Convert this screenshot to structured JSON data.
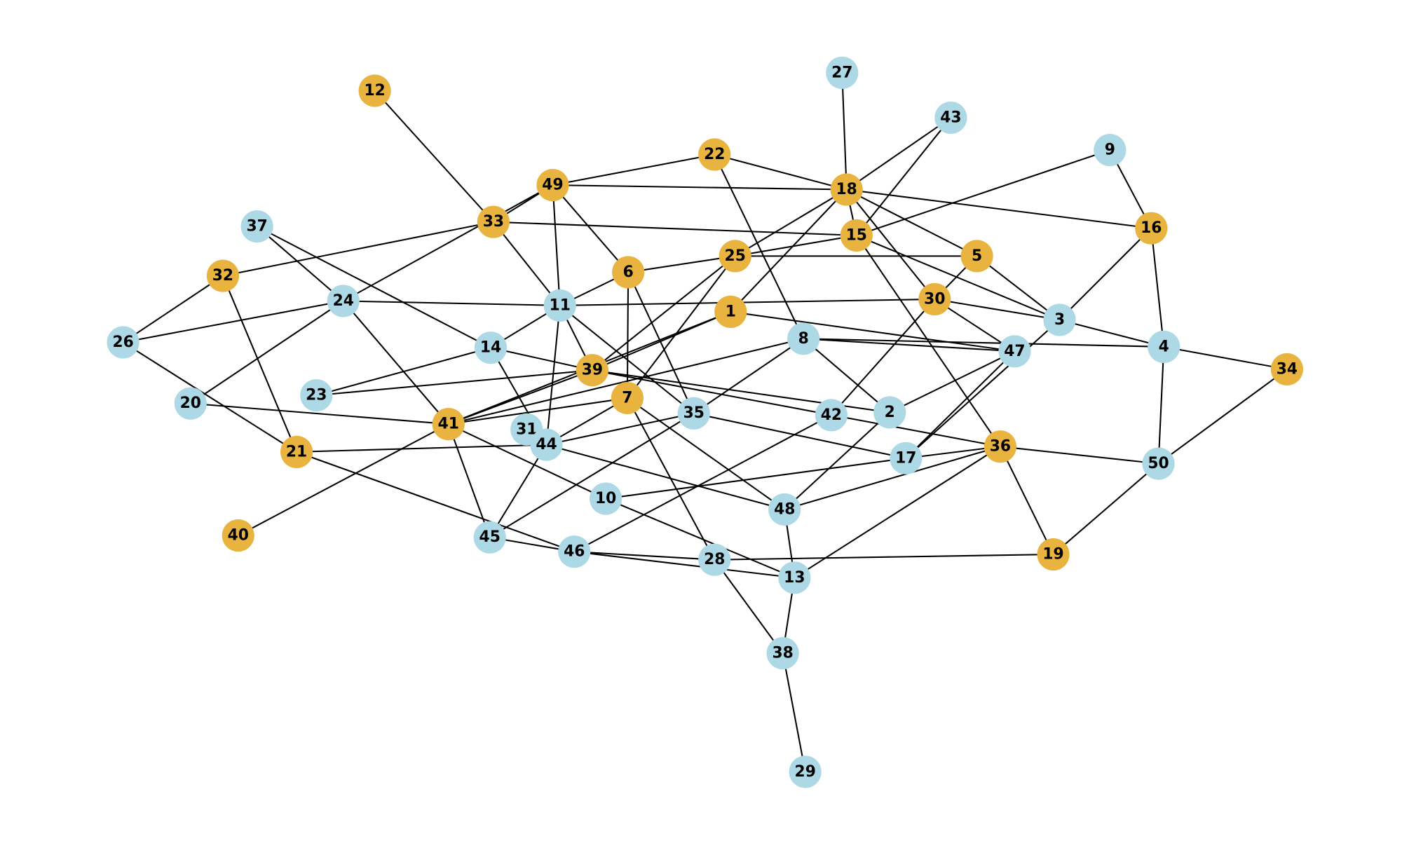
{
  "colors": {
    "orange": "#e8b33f",
    "blue": "#add8e6",
    "edge": "#000000"
  },
  "nodes": [
    {
      "id": "12",
      "group": "orange"
    },
    {
      "id": "27",
      "group": "blue"
    },
    {
      "id": "43",
      "group": "blue"
    },
    {
      "id": "9",
      "group": "blue"
    },
    {
      "id": "22",
      "group": "orange"
    },
    {
      "id": "49",
      "group": "orange"
    },
    {
      "id": "18",
      "group": "orange"
    },
    {
      "id": "16",
      "group": "orange"
    },
    {
      "id": "37",
      "group": "blue"
    },
    {
      "id": "33",
      "group": "orange"
    },
    {
      "id": "15",
      "group": "orange"
    },
    {
      "id": "5",
      "group": "orange"
    },
    {
      "id": "25",
      "group": "orange"
    },
    {
      "id": "6",
      "group": "orange"
    },
    {
      "id": "32",
      "group": "orange"
    },
    {
      "id": "24",
      "group": "blue"
    },
    {
      "id": "11",
      "group": "blue"
    },
    {
      "id": "30",
      "group": "orange"
    },
    {
      "id": "1",
      "group": "orange"
    },
    {
      "id": "3",
      "group": "blue"
    },
    {
      "id": "26",
      "group": "blue"
    },
    {
      "id": "14",
      "group": "blue"
    },
    {
      "id": "8",
      "group": "blue"
    },
    {
      "id": "4",
      "group": "blue"
    },
    {
      "id": "47",
      "group": "blue"
    },
    {
      "id": "34",
      "group": "orange"
    },
    {
      "id": "39",
      "group": "orange"
    },
    {
      "id": "23",
      "group": "blue"
    },
    {
      "id": "7",
      "group": "orange"
    },
    {
      "id": "20",
      "group": "blue"
    },
    {
      "id": "35",
      "group": "blue"
    },
    {
      "id": "42",
      "group": "blue"
    },
    {
      "id": "2",
      "group": "blue"
    },
    {
      "id": "41",
      "group": "orange"
    },
    {
      "id": "31",
      "group": "blue"
    },
    {
      "id": "44",
      "group": "blue"
    },
    {
      "id": "21",
      "group": "orange"
    },
    {
      "id": "36",
      "group": "orange"
    },
    {
      "id": "17",
      "group": "blue"
    },
    {
      "id": "50",
      "group": "blue"
    },
    {
      "id": "10",
      "group": "blue"
    },
    {
      "id": "48",
      "group": "blue"
    },
    {
      "id": "40",
      "group": "orange"
    },
    {
      "id": "45",
      "group": "blue"
    },
    {
      "id": "46",
      "group": "blue"
    },
    {
      "id": "28",
      "group": "blue"
    },
    {
      "id": "19",
      "group": "orange"
    },
    {
      "id": "13",
      "group": "blue"
    },
    {
      "id": "38",
      "group": "blue"
    },
    {
      "id": "29",
      "group": "blue"
    }
  ],
  "edges": [
    [
      "12",
      "33"
    ],
    [
      "49",
      "22"
    ],
    [
      "49",
      "18"
    ],
    [
      "49",
      "33"
    ],
    [
      "24",
      "49"
    ],
    [
      "49",
      "6"
    ],
    [
      "49",
      "11"
    ],
    [
      "22",
      "18"
    ],
    [
      "22",
      "8"
    ],
    [
      "18",
      "27"
    ],
    [
      "18",
      "43"
    ],
    [
      "18",
      "16"
    ],
    [
      "18",
      "15"
    ],
    [
      "18",
      "5"
    ],
    [
      "18",
      "30"
    ],
    [
      "18",
      "25"
    ],
    [
      "18",
      "1"
    ],
    [
      "33",
      "15"
    ],
    [
      "33",
      "32"
    ],
    [
      "33",
      "11"
    ],
    [
      "43",
      "15"
    ],
    [
      "9",
      "15"
    ],
    [
      "9",
      "16"
    ],
    [
      "16",
      "3"
    ],
    [
      "16",
      "4"
    ],
    [
      "15",
      "25"
    ],
    [
      "15",
      "3"
    ],
    [
      "15",
      "36"
    ],
    [
      "25",
      "5"
    ],
    [
      "25",
      "6"
    ],
    [
      "25",
      "39"
    ],
    [
      "25",
      "7"
    ],
    [
      "6",
      "11"
    ],
    [
      "6",
      "7"
    ],
    [
      "6",
      "35"
    ],
    [
      "5",
      "30"
    ],
    [
      "5",
      "3"
    ],
    [
      "11",
      "30"
    ],
    [
      "24",
      "11"
    ],
    [
      "30",
      "3"
    ],
    [
      "30",
      "47"
    ],
    [
      "30",
      "42"
    ],
    [
      "1",
      "47"
    ],
    [
      "1",
      "39"
    ],
    [
      "1",
      "41"
    ],
    [
      "3",
      "4"
    ],
    [
      "17",
      "3"
    ],
    [
      "17",
      "47"
    ],
    [
      "8",
      "4"
    ],
    [
      "8",
      "47"
    ],
    [
      "8",
      "2"
    ],
    [
      "8",
      "35"
    ],
    [
      "47",
      "2"
    ],
    [
      "4",
      "34"
    ],
    [
      "4",
      "50"
    ],
    [
      "34",
      "50"
    ],
    [
      "37",
      "24"
    ],
    [
      "37",
      "14"
    ],
    [
      "32",
      "26"
    ],
    [
      "32",
      "21"
    ],
    [
      "26",
      "24"
    ],
    [
      "26",
      "21"
    ],
    [
      "24",
      "20"
    ],
    [
      "24",
      "41"
    ],
    [
      "14",
      "11"
    ],
    [
      "14",
      "23"
    ],
    [
      "14",
      "39"
    ],
    [
      "14",
      "44"
    ],
    [
      "11",
      "39"
    ],
    [
      "11",
      "35"
    ],
    [
      "11",
      "44"
    ],
    [
      "39",
      "23"
    ],
    [
      "39",
      "2"
    ],
    [
      "39",
      "36"
    ],
    [
      "39",
      "41"
    ],
    [
      "7",
      "41"
    ],
    [
      "7",
      "44"
    ],
    [
      "7",
      "28"
    ],
    [
      "7",
      "48"
    ],
    [
      "41",
      "20"
    ],
    [
      "41",
      "8"
    ],
    [
      "41",
      "40"
    ],
    [
      "41",
      "45"
    ],
    [
      "41",
      "10"
    ],
    [
      "35",
      "45"
    ],
    [
      "35",
      "17"
    ],
    [
      "35",
      "44"
    ],
    [
      "21",
      "44"
    ],
    [
      "21",
      "46"
    ],
    [
      "42",
      "46"
    ],
    [
      "2",
      "48"
    ],
    [
      "36",
      "17"
    ],
    [
      "36",
      "50"
    ],
    [
      "36",
      "19"
    ],
    [
      "36",
      "48"
    ],
    [
      "36",
      "13"
    ],
    [
      "17",
      "10"
    ],
    [
      "10",
      "13"
    ],
    [
      "45",
      "46"
    ],
    [
      "45",
      "44"
    ],
    [
      "46",
      "28"
    ],
    [
      "46",
      "13"
    ],
    [
      "28",
      "19"
    ],
    [
      "28",
      "38"
    ],
    [
      "13",
      "38"
    ],
    [
      "13",
      "48"
    ],
    [
      "38",
      "29"
    ],
    [
      "19",
      "50"
    ],
    [
      "44",
      "48"
    ]
  ]
}
